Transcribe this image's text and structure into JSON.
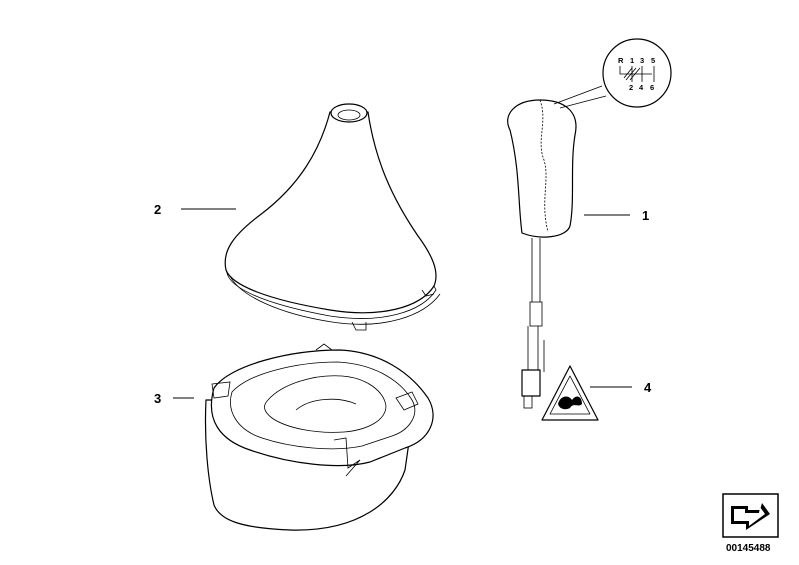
{
  "diagram": {
    "parts": [
      {
        "number": "1",
        "name": "gear-knob"
      },
      {
        "number": "2",
        "name": "gear-boot"
      },
      {
        "number": "3",
        "name": "boot-frame"
      },
      {
        "number": "4",
        "name": "warning-sticker"
      }
    ],
    "shift_pattern": {
      "top": [
        "R",
        "1",
        "3",
        "5"
      ],
      "bottom": [
        "2",
        "4",
        "6"
      ]
    },
    "diagram_id": "00145488",
    "icons": {
      "corner_badge": "arrow-badge-icon",
      "warning": "warning-triangle-icon"
    },
    "colors": {
      "line": "#000000",
      "background": "#ffffff"
    }
  }
}
